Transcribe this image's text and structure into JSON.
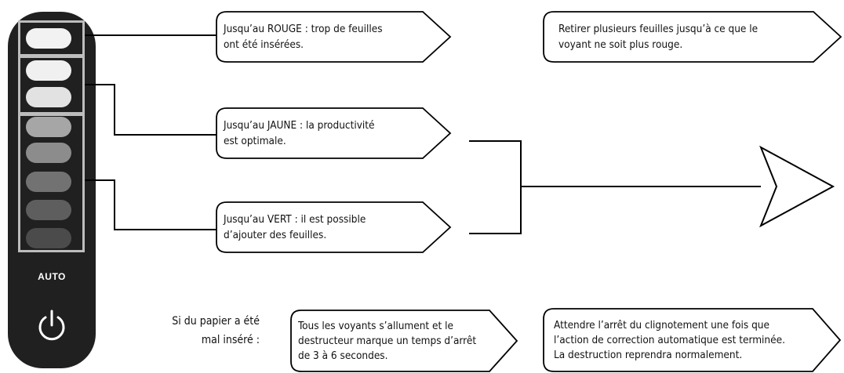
{
  "device": {
    "auto_label": "AUTO",
    "power_icon": "power-icon",
    "led_colors": {
      "red_zone": "#f2f2f2",
      "yellow_zone": [
        "#f0f0f0",
        "#e2e2e2"
      ],
      "green_zone": [
        "#a6a6a6",
        "#8c8c8c",
        "#727272",
        "#5e5e5e",
        "#4b4b4b"
      ]
    }
  },
  "level_callouts": {
    "red": {
      "line1": "Jusqu’au ROUGE : trop de feuilles",
      "line2": "ont été insérées."
    },
    "yellow": {
      "line1": "Jusqu’au JAUNE : la productivité",
      "line2": "est optimale."
    },
    "green": {
      "line1": "Jusqu’au VERT : il est possible",
      "line2": "d’ajouter des feuilles."
    }
  },
  "actions": {
    "red": {
      "line1": "Retirer plusieurs feuilles jusqu’à ce que le",
      "line2": "voyant ne soit plus rouge."
    }
  },
  "misfeed": {
    "label_line1": "Si du papier a été",
    "label_line2": "mal inséré :",
    "result": {
      "line1": "Tous les voyants s’allument et le",
      "line2": "destructeur marque un temps d’arrêt",
      "line3": "de 3 à 6 secondes."
    },
    "action": {
      "line1": "Attendre l’arrêt du clignotement une fois que",
      "line2": "l’action de correction automatique est terminée.",
      "line3": "La destruction reprendra normalement."
    }
  }
}
